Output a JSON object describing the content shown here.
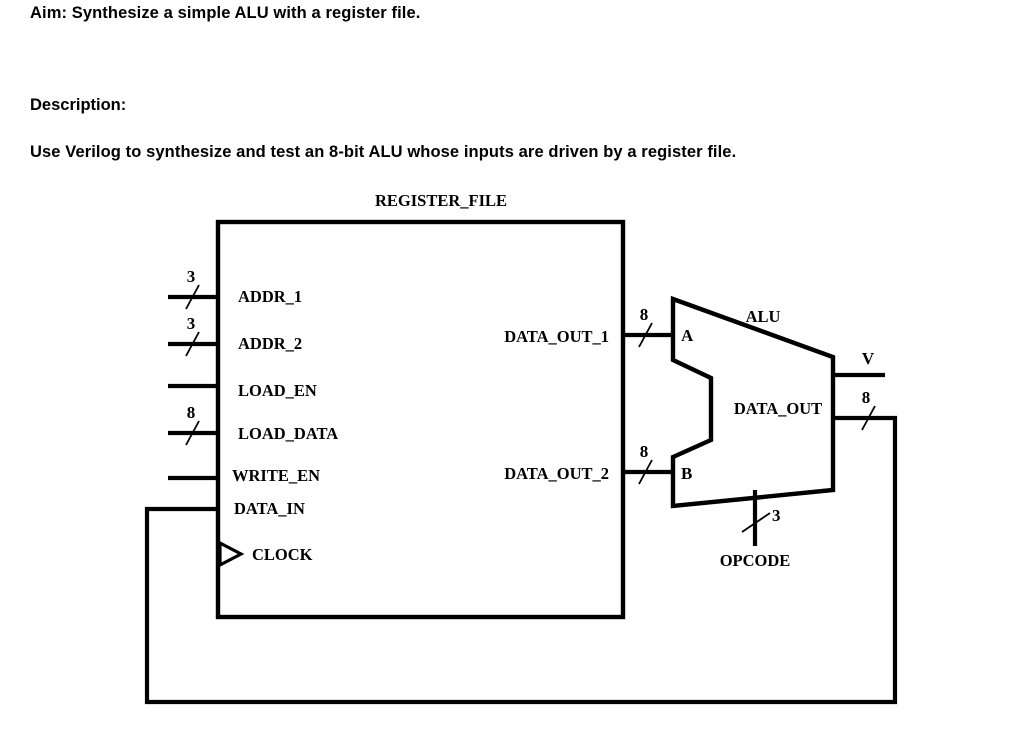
{
  "document": {
    "aim_line": "Aim:  Synthesize a simple ALU with a register file.",
    "description_heading": "Description:",
    "description_body": "Use Verilog to synthesize and test an 8-bit ALU whose inputs are driven by a register file."
  },
  "diagram": {
    "register_file": {
      "title": "REGISTER_FILE",
      "inputs": [
        {
          "label": "ADDR_1",
          "width": "3"
        },
        {
          "label": "ADDR_2",
          "width": "3"
        },
        {
          "label": "LOAD_EN",
          "width": ""
        },
        {
          "label": "LOAD_DATA",
          "width": "8"
        },
        {
          "label": "WRITE_EN",
          "width": ""
        },
        {
          "label": "DATA_IN",
          "width": ""
        },
        {
          "label": "CLOCK",
          "width": ""
        }
      ],
      "outputs": [
        {
          "label": "DATA_OUT_1",
          "width": "8"
        },
        {
          "label": "DATA_OUT_2",
          "width": "8"
        }
      ]
    },
    "alu": {
      "title": "ALU",
      "input_a": "A",
      "input_b": "B",
      "input_a_width": "8",
      "input_b_width": "8",
      "output_label": "DATA_OUT",
      "output_width": "8",
      "flag_label": "V",
      "opcode_label": "OPCODE",
      "opcode_width": "3"
    }
  },
  "colors": {
    "ink": "#000000",
    "paper": "#ffffff"
  }
}
